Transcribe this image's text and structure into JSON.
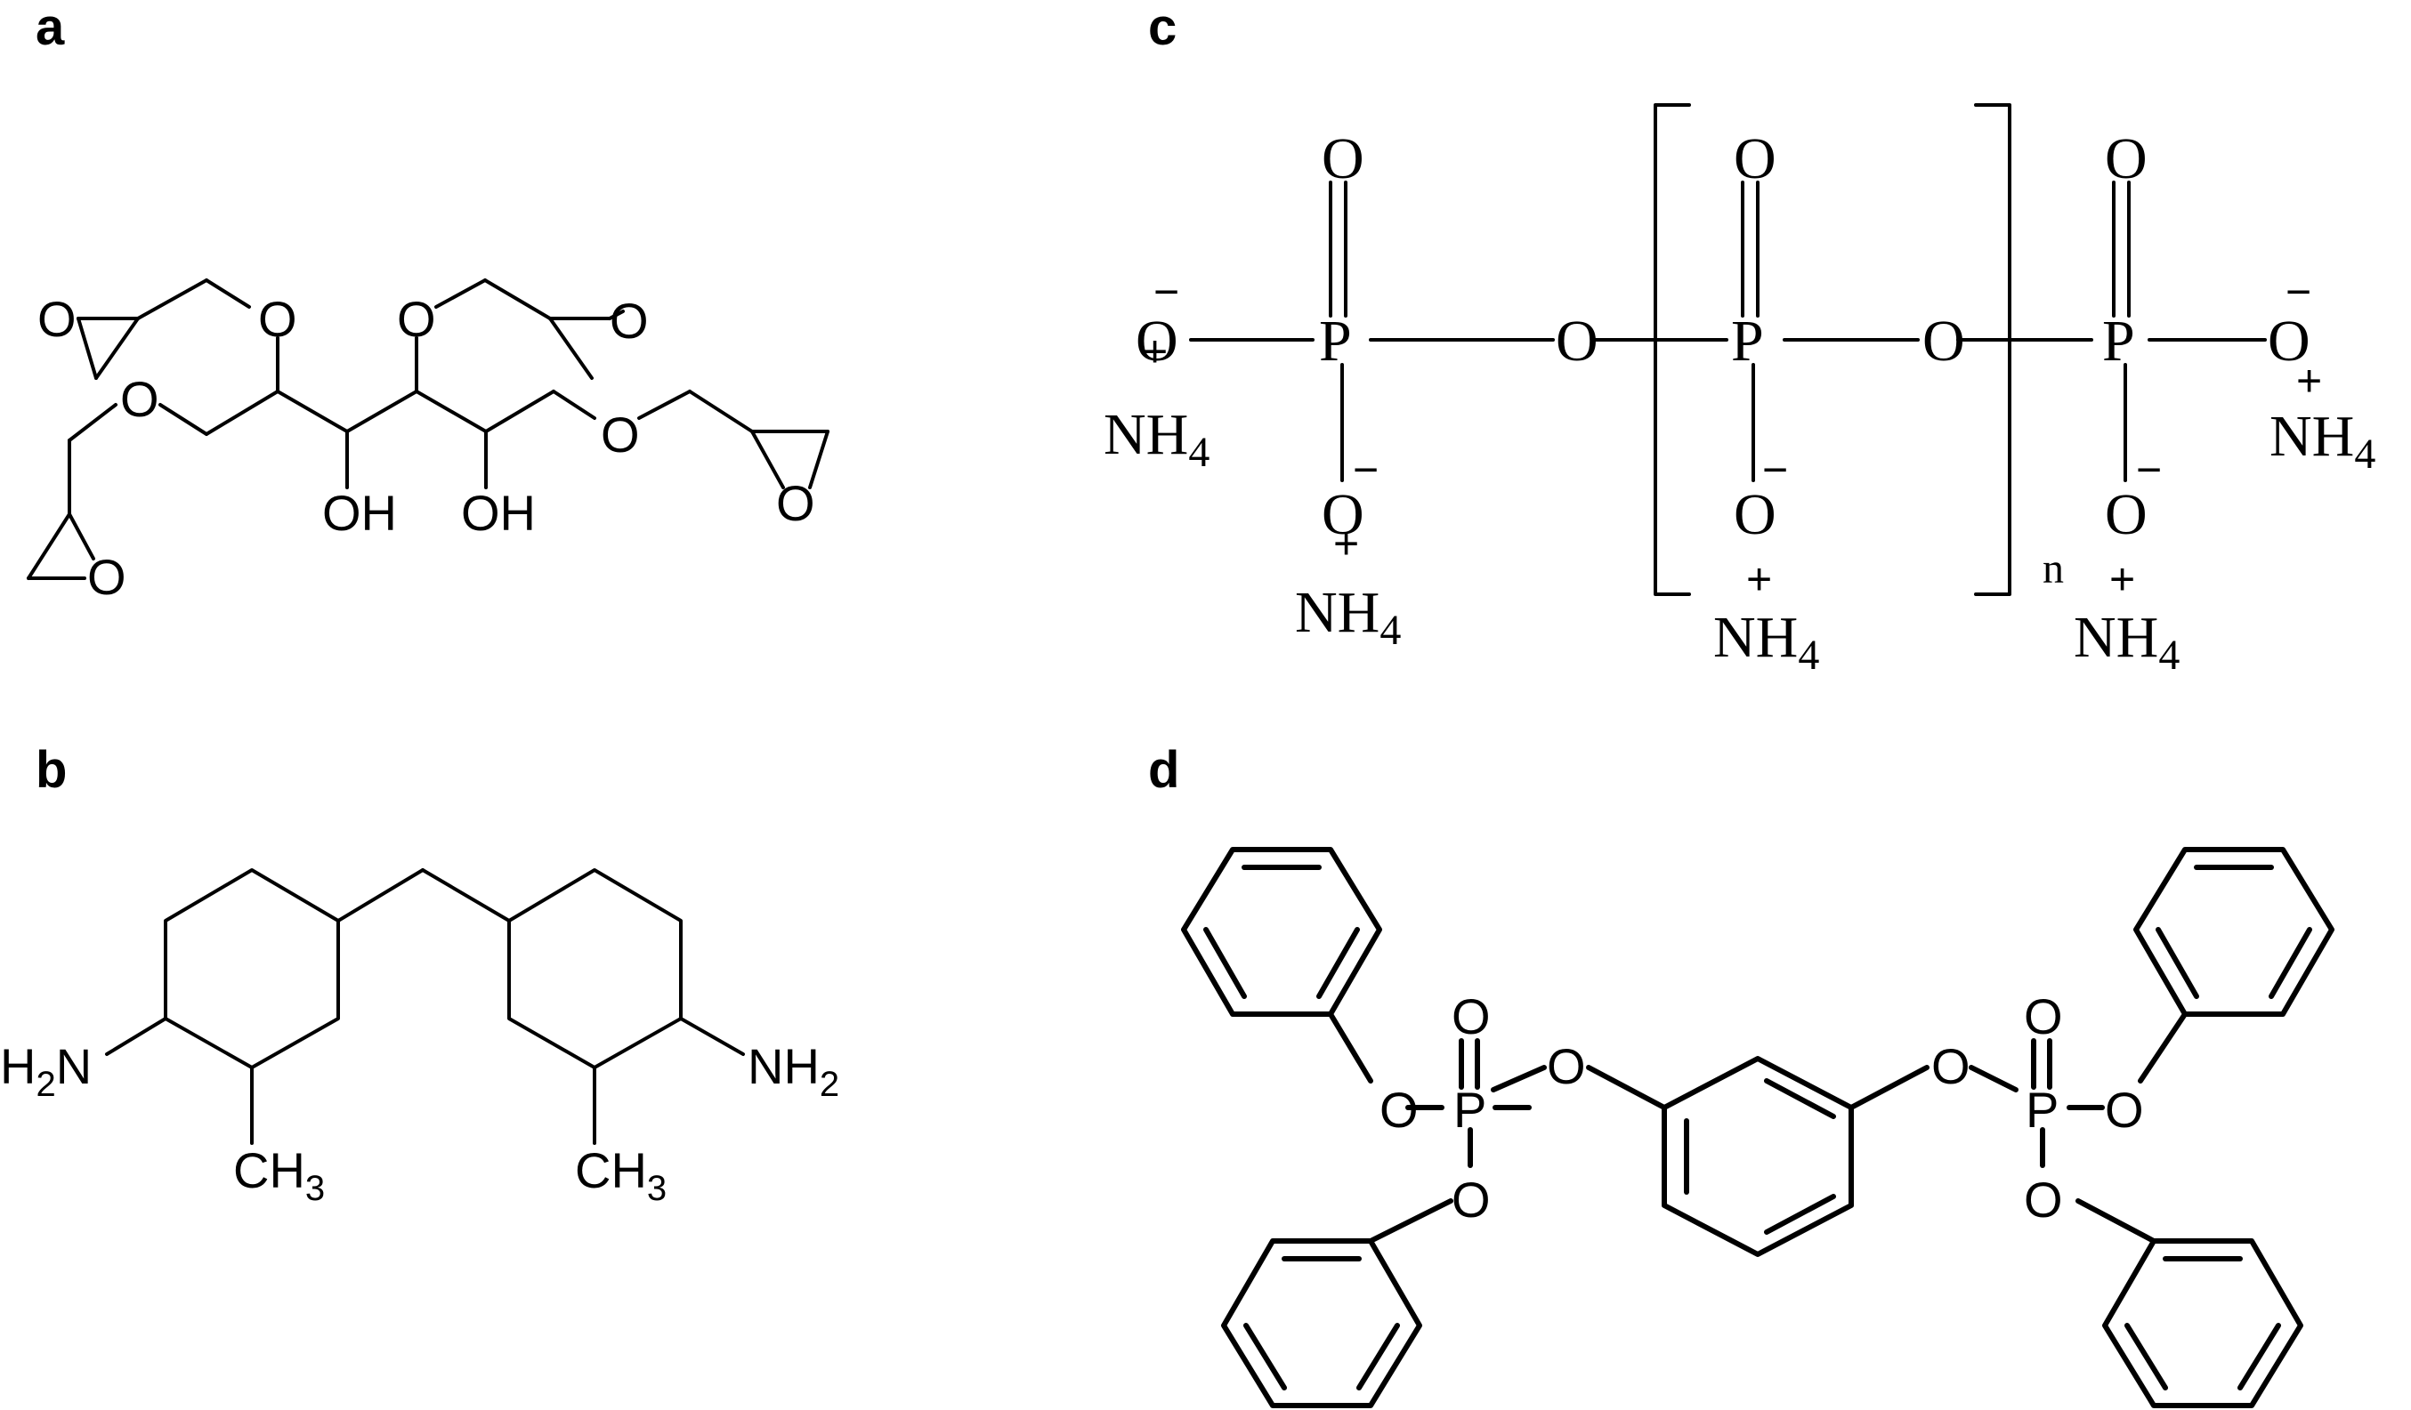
{
  "panels": {
    "a": {
      "label": "a",
      "atoms": {
        "o_epox1": "O",
        "o_ether1": "O",
        "o_ether2": "O",
        "o_epox2": "O",
        "o_ether3": "O",
        "o_ether4": "O",
        "o_epox3": "O",
        "o_epox4": "O",
        "oh1": "OH",
        "oh2": "OH"
      }
    },
    "b": {
      "label": "b",
      "atoms": {
        "nh2_left_main": "H",
        "nh2_left_sub": "2",
        "nh2_left_n": "N",
        "ch3_left_main": "CH",
        "ch3_left_sub": "3",
        "nh2_right_main": "NH",
        "nh2_right_sub": "2",
        "ch3_right_main": "CH",
        "ch3_right_sub": "3"
      }
    },
    "c": {
      "label": "c",
      "atoms": {
        "o": "O",
        "p": "P",
        "neg": "−",
        "pos": "+",
        "nh": "NH",
        "sub4": "4",
        "n": "n"
      }
    },
    "d": {
      "label": "d",
      "atoms": {
        "o": "O",
        "p": "P"
      }
    }
  }
}
